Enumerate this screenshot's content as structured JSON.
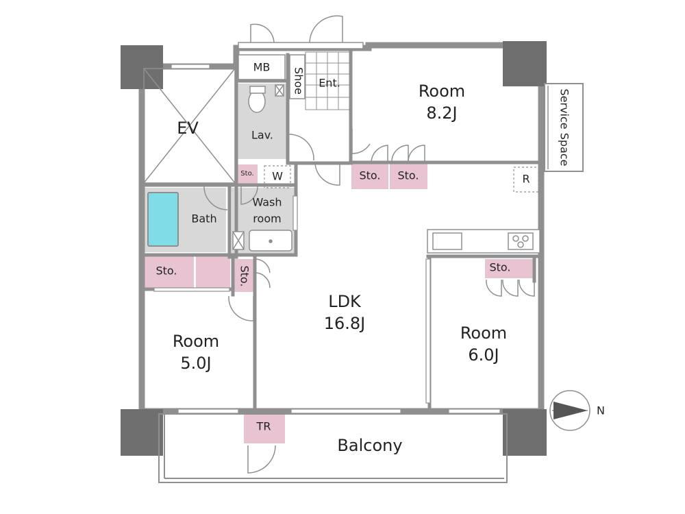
{
  "colors": {
    "wall": "#8f8f8f",
    "column": "#6f6f6f",
    "storage": "#e8c3d1",
    "wet_area": "#d8d8d8",
    "bathtub": "#7fdde8",
    "floor": "#ffffff"
  },
  "rooms": {
    "ev": "EV",
    "mb": "MB",
    "shoe": "Shoe",
    "entrance": "Ent.",
    "room_north_line1": "Room",
    "room_north_line2": "8.2J",
    "service_space": "Service Space",
    "lavatory": "Lav.",
    "sto_small": "Sto.",
    "w": "W",
    "sto_1": "Sto.",
    "sto_2": "Sto.",
    "r": "R",
    "bath": "Bath",
    "wash_line1": "Wash",
    "wash_line2": "room",
    "sto_bath": "Sto.",
    "sto_vertical": "Sto.",
    "sto_kitchen": "Sto.",
    "ldk_line1": "LDK",
    "ldk_line2": "16.8J",
    "room_east_line1": "Room",
    "room_east_line2": "6.0J",
    "room_west_line1": "Room",
    "room_west_line2": "5.0J",
    "tr": "TR",
    "balcony": "Balcony"
  },
  "compass": {
    "direction_label": "N",
    "icon": "compass-arrow-icon"
  }
}
